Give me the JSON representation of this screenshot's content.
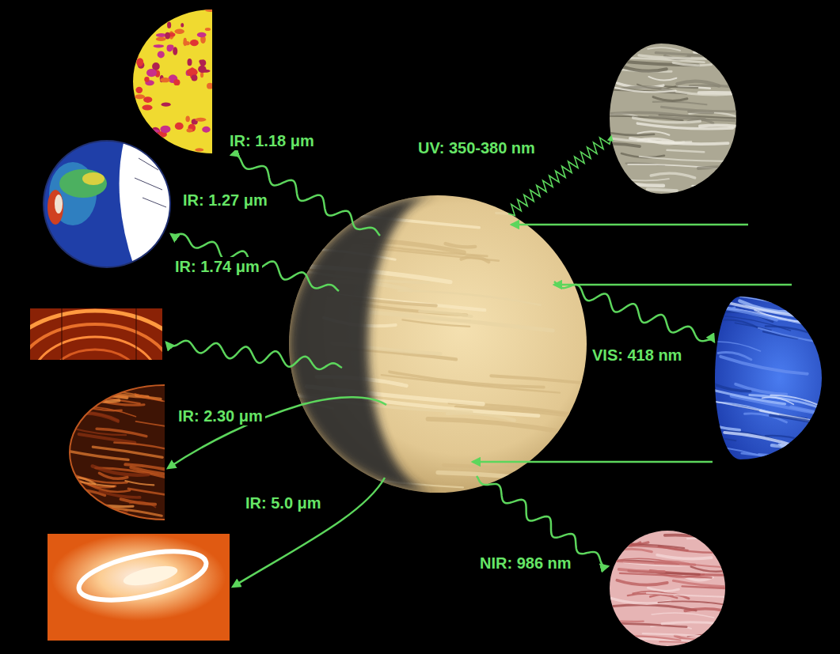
{
  "diagram": {
    "labels": [
      "IR: 1.18 μm",
      "IR: 1.27 μm",
      "IR: 1.74 μm",
      "IR: 2.30 μm",
      "IR: 5.0 μm",
      "UV: 350-380 nm",
      "VIS: 418 nm",
      "NIR: 986 nm"
    ]
  }
}
